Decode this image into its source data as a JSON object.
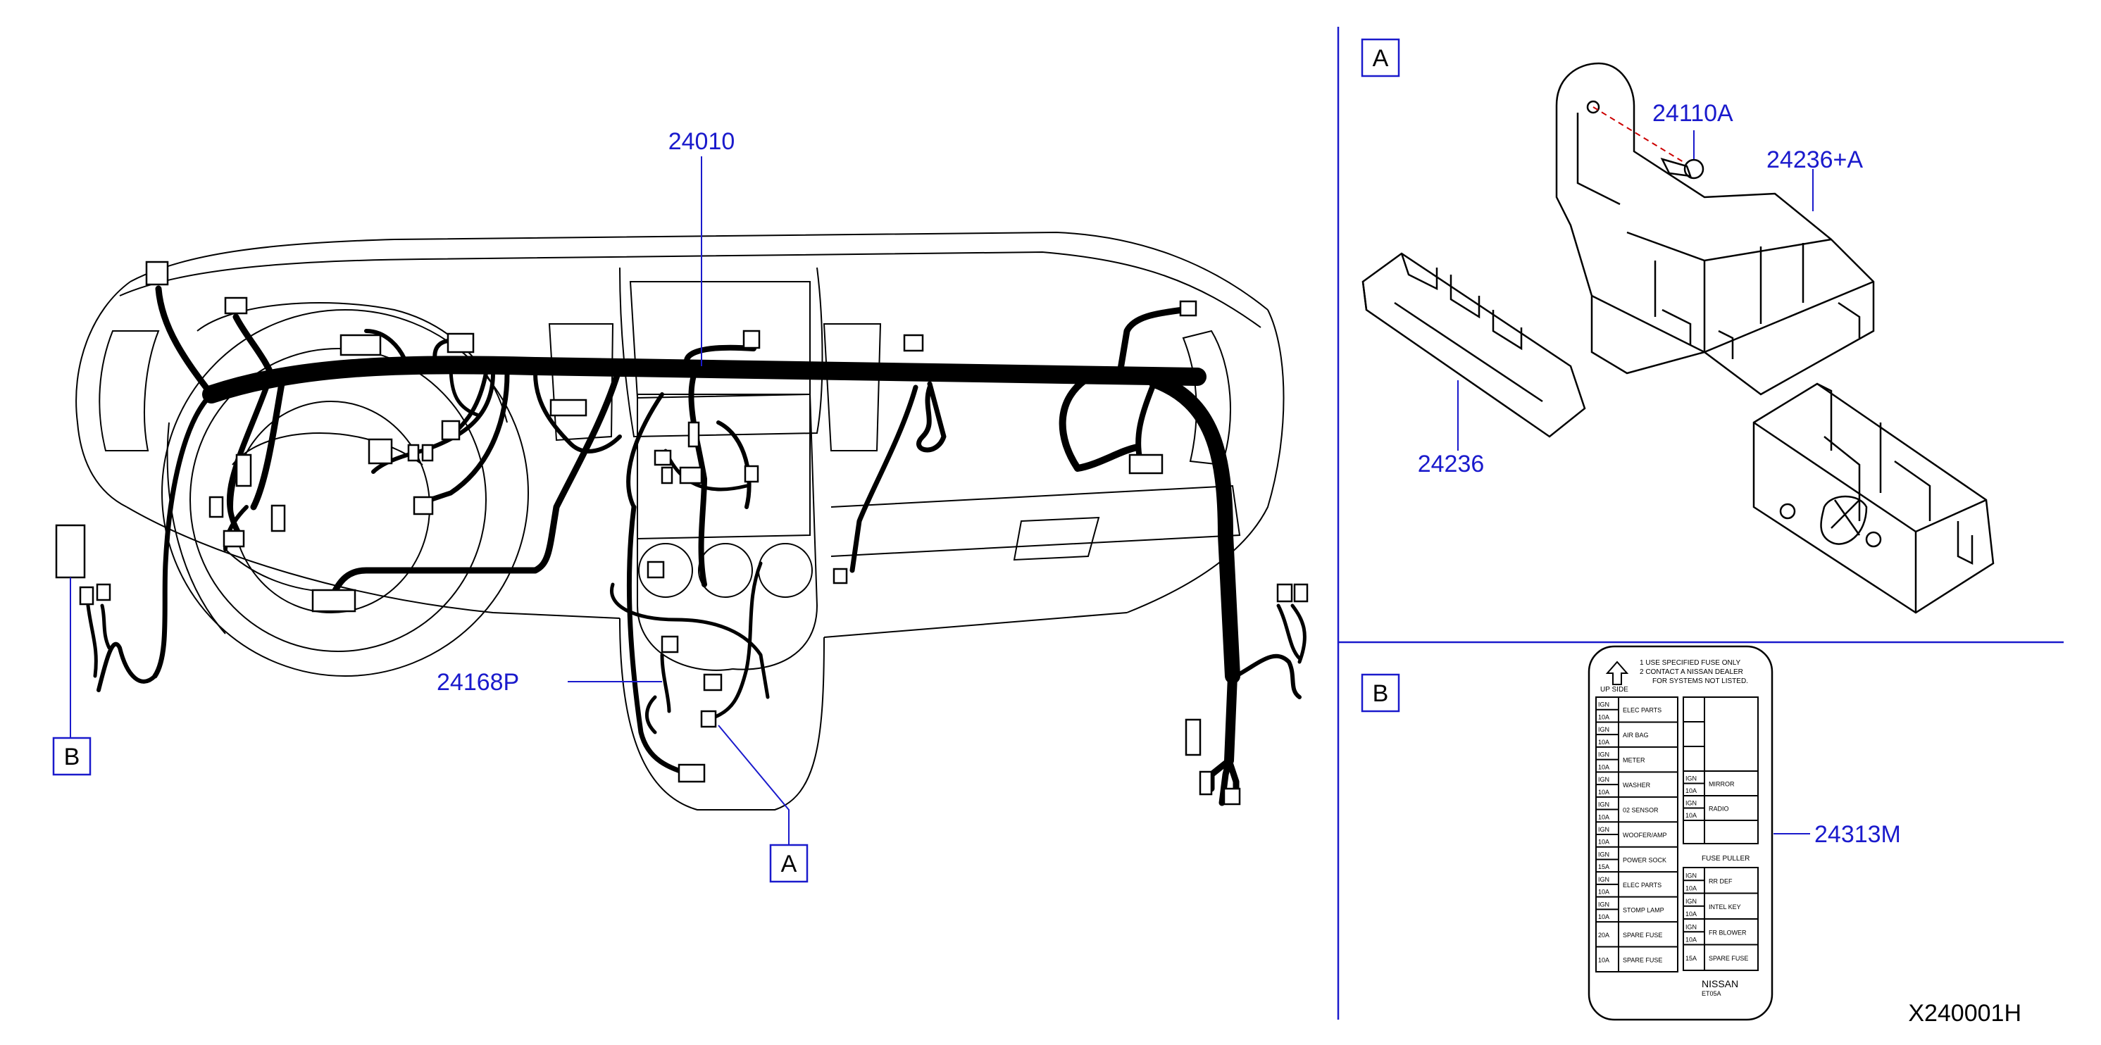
{
  "callouts": {
    "harness_main": "24010",
    "harness_console": "24168P",
    "bolt": "24110A",
    "bracket_assy": "24236+A",
    "bracket": "24236",
    "fuse_label": "24313M"
  },
  "views": {
    "view_a": "A",
    "view_b": "B"
  },
  "drawing_code": "X240001H",
  "fuse_label": {
    "notice_1": "1   USE   SPECIFIED   FUSE   ONLY",
    "notice_2": "2   CONTACT   A   NISSAN   DEALER",
    "notice_3": "FOR   SYSTEMS   NOT   LISTED.",
    "up_side": "UP   SIDE",
    "left_rows": [
      {
        "amp_top": "IGN",
        "amp_bottom": "10A",
        "name": "ELEC   PARTS"
      },
      {
        "amp_top": "IGN",
        "amp_bottom": "10A",
        "name": "AIR   BAG"
      },
      {
        "amp_top": "IGN",
        "amp_bottom": "10A",
        "name": "METER"
      },
      {
        "amp_top": "IGN",
        "amp_bottom": "10A",
        "name": "WASHER"
      },
      {
        "amp_top": "IGN",
        "amp_bottom": "10A",
        "name": "02   SENSOR"
      },
      {
        "amp_top": "IGN",
        "amp_bottom": "10A",
        "name": "WOOFER/AMP"
      },
      {
        "amp_top": "IGN",
        "amp_bottom": "15A",
        "name": "POWER   SOCK"
      },
      {
        "amp_top": "IGN",
        "amp_bottom": "10A",
        "name": "ELEC   PARTS"
      },
      {
        "amp_top": "IGN",
        "amp_bottom": "10A",
        "name": "STOMP   LAMP"
      },
      {
        "amp_top": "20A",
        "amp_bottom": "",
        "name": "SPARE   FUSE"
      },
      {
        "amp_top": "10A",
        "amp_bottom": "",
        "name": "SPARE   FUSE"
      }
    ],
    "right_rows_top": [
      {
        "amp_top": "IGN",
        "amp_bottom": "10A",
        "name": "MIRROR"
      },
      {
        "amp_top": "IGN",
        "amp_bottom": "10A",
        "name": "RADIO"
      }
    ],
    "fuse_puller": "FUSE   PULLER",
    "right_rows_bottom": [
      {
        "amp_top": "IGN",
        "amp_bottom": "10A",
        "name": "RR   DEF"
      },
      {
        "amp_top": "IGN",
        "amp_bottom": "10A",
        "name": "INTEL   KEY"
      },
      {
        "amp_top": "IGN",
        "amp_bottom": "10A",
        "name": "FR   BLOWER"
      },
      {
        "amp_top": "15A",
        "amp_bottom": "",
        "name": "SPARE   FUSE"
      }
    ],
    "brand": "NISSAN",
    "part_code": "ET05A"
  }
}
